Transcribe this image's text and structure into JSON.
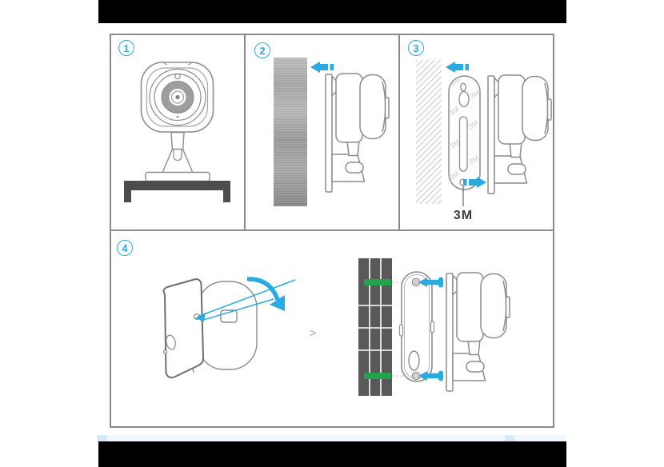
{
  "steps": [
    {
      "badge": "1"
    },
    {
      "badge": "2"
    },
    {
      "badge": "3"
    },
    {
      "badge": "4"
    }
  ],
  "panel3": {
    "adhesive_label": "3M",
    "watermark": "3M"
  },
  "panel4": {
    "chevron": ">"
  },
  "colors": {
    "accent_blue": "#29abe2",
    "anchor_green": "#22a34c",
    "tile_gray": "#595959",
    "table_gray": "#4d4d4d",
    "outline_gray": "#8c8c8c",
    "watermark_gray": "#cccccc",
    "label_dark": "#3d3d3d",
    "pale_blue": "#d5eaf7",
    "bar_black": "#000000"
  }
}
